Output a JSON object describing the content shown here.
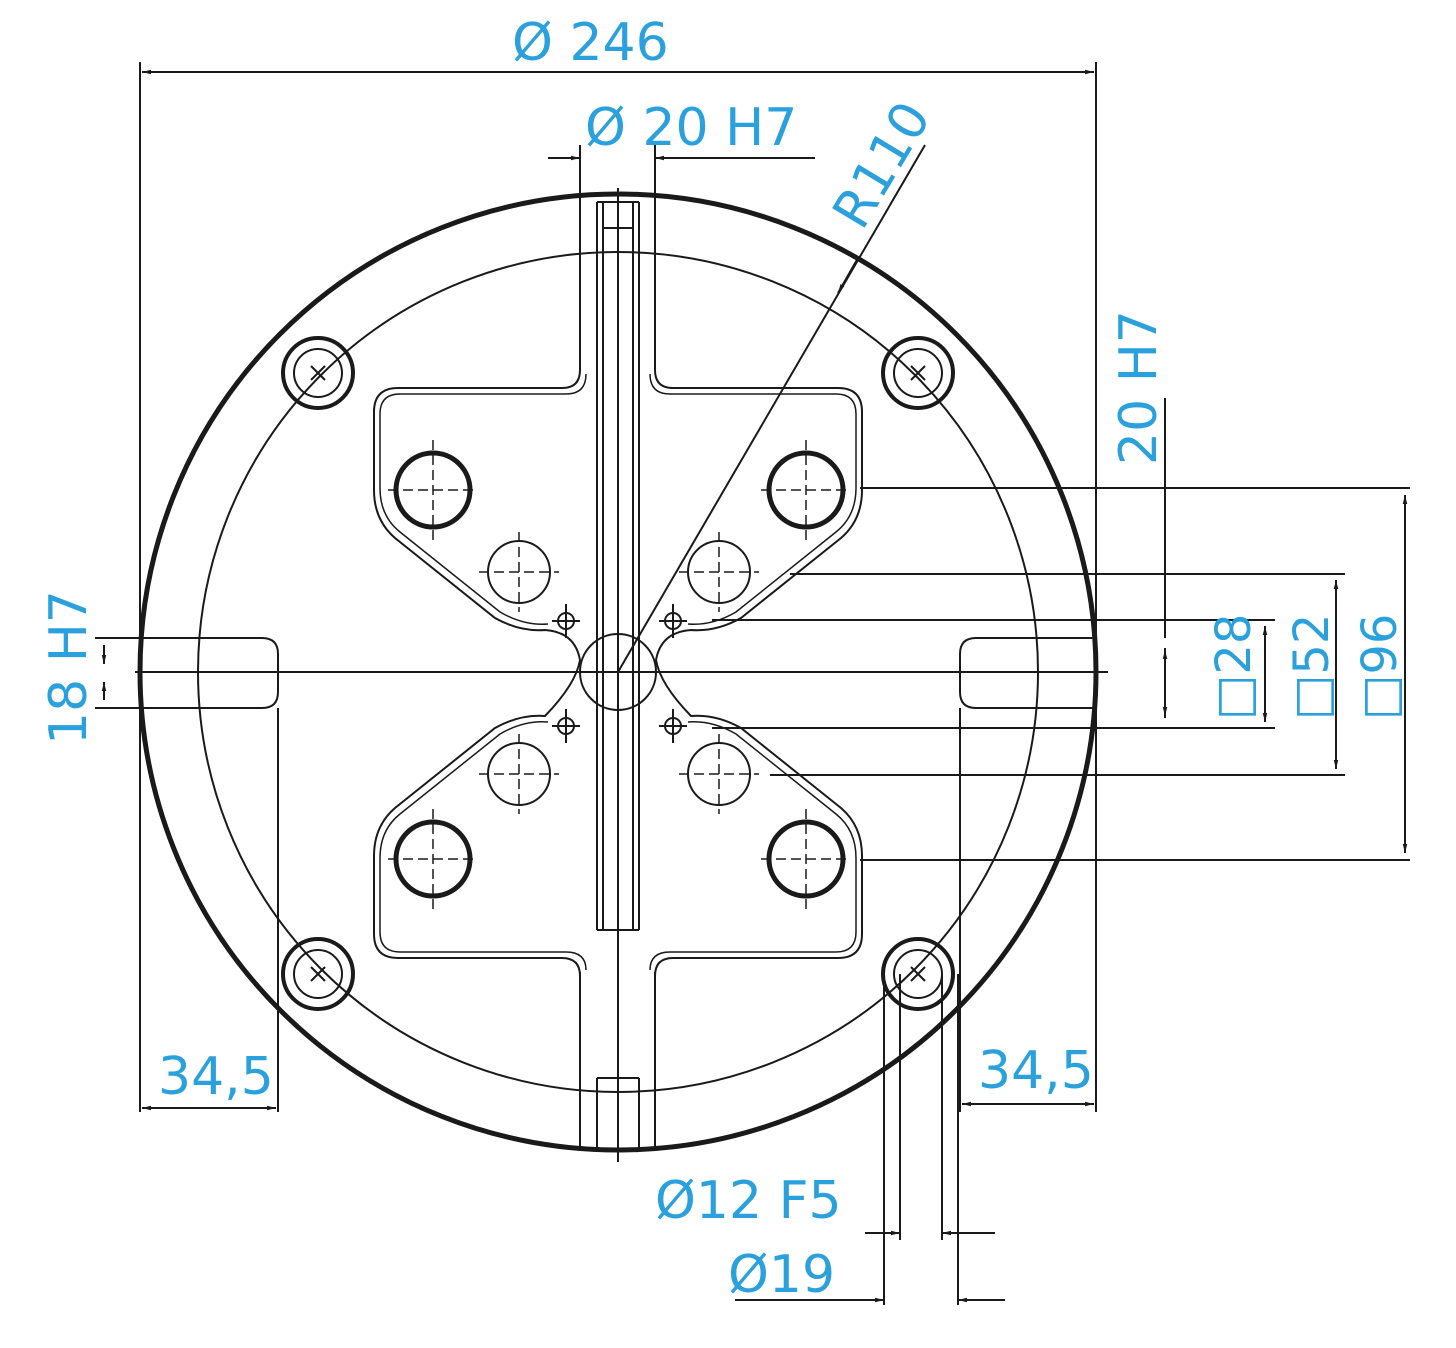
{
  "colors": {
    "dimension_text": "#2aa0dc",
    "line": "#1a1a1a",
    "background": "#ffffff"
  },
  "dimensions": {
    "outer_diameter": "Ø 246",
    "bore": "Ø 20 H7",
    "radius": "R110",
    "slot_right": "20 H7",
    "slot_left": "18 H7",
    "square_28": "□28",
    "square_52": "□52",
    "square_96": "□96",
    "edge_left": "34,5",
    "edge_right": "34,5",
    "pin_fit": "Ø12 F5",
    "pin_diameter": "Ø19"
  }
}
